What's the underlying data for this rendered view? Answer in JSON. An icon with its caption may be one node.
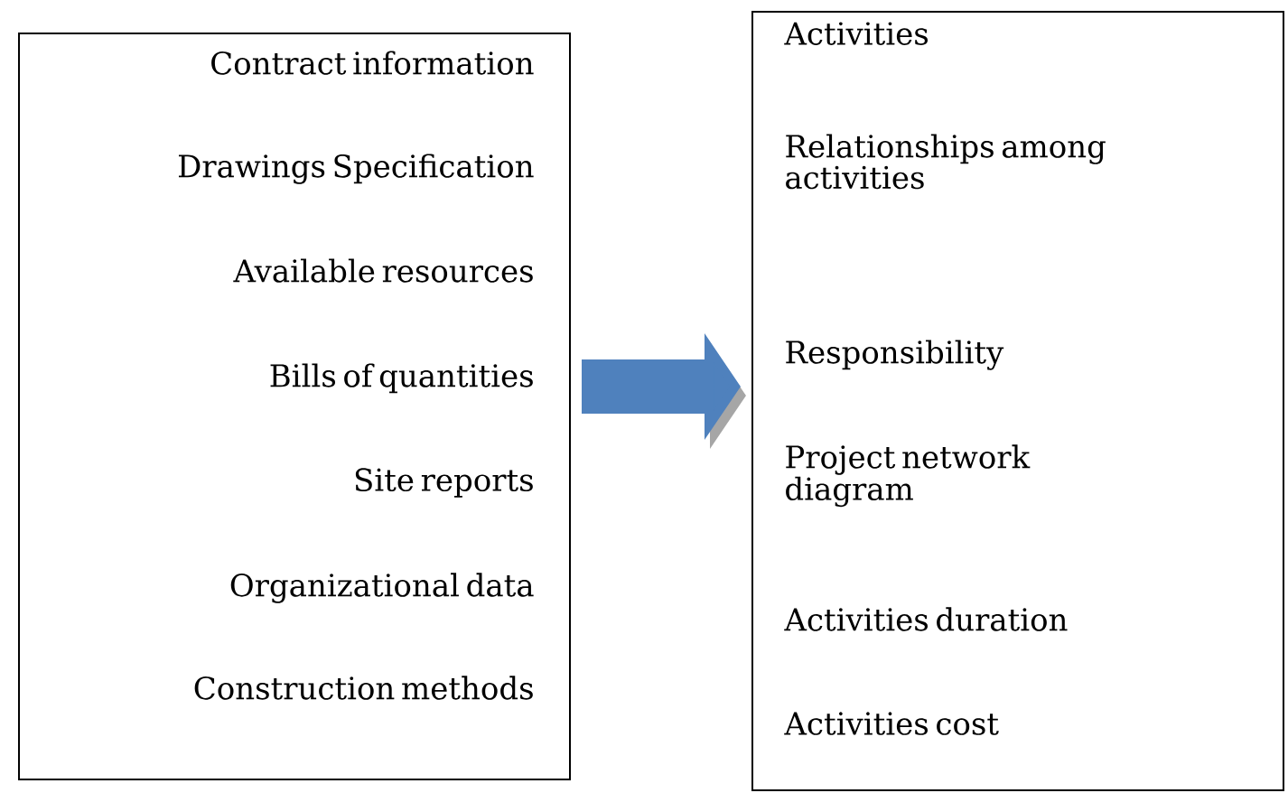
{
  "diagram": {
    "nodes": [
      {
        "text": [
          "Contract information",
          "Drawings Specification",
          "Available resources",
          "Bills of quantities",
          "Site reports",
          "Organizational data",
          "Construction methods"
        ]
      },
      {
        "text": [
          "Activities",
          "Relationships among activities",
          "Responsibility",
          "Project network diagram",
          "Activities duration",
          "Activities cost"
        ]
      }
    ],
    "edges": [
      {
        "from": 0,
        "to": 1,
        "arrow": "to"
      }
    ]
  }
}
